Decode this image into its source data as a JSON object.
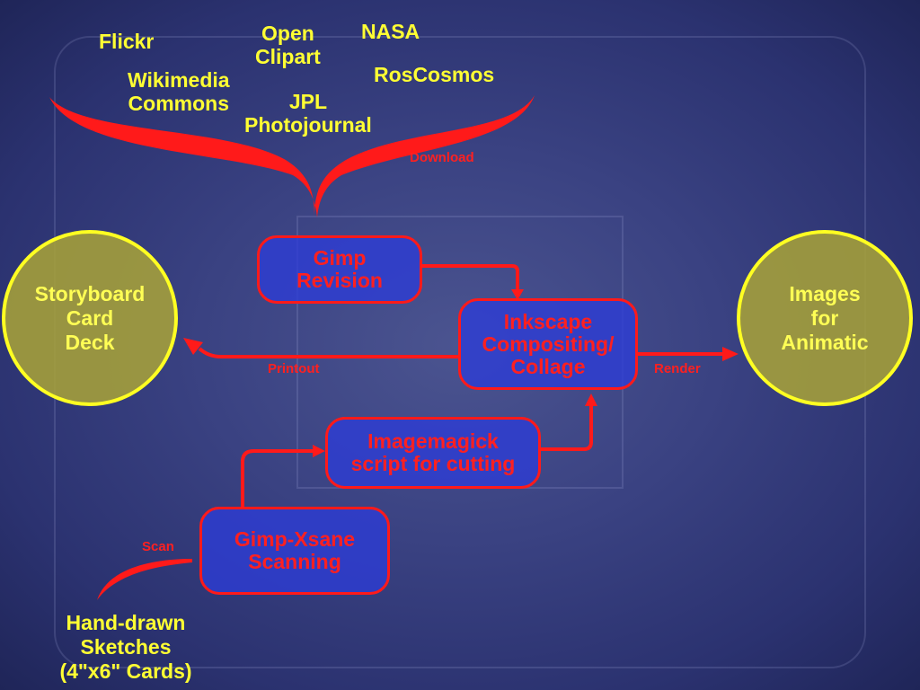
{
  "sources": {
    "flickr": "Flickr",
    "open_clipart": "Open\nClipart",
    "nasa": "NASA",
    "wikimedia": "Wikimedia\nCommons",
    "roscosmos": "RosCosmos",
    "jpl": "JPL\nPhotojournal"
  },
  "edge_labels": {
    "download": "Download",
    "printout": "Printout",
    "render": "Render",
    "scan": "Scan"
  },
  "processes": {
    "gimp_revision": "Gimp\nRevision",
    "inkscape": "Inkscape\nCompositing/\nCollage",
    "imagemagick": "Imagemagick\nscript for cutting",
    "gimp_xsane": "Gimp-Xsane\nScanning"
  },
  "endpoints": {
    "storyboard": "Storyboard\nCard\nDeck",
    "animatic": "Images\nfor\nAnimatic",
    "sketches": "Hand-drawn\nSketches\n(4\"x6\" Cards)"
  },
  "colors": {
    "arrow": "#ff1a1a",
    "source_text": "#ffff33",
    "circle_border": "#ffff22",
    "process_fill": "#2d3cd7"
  }
}
